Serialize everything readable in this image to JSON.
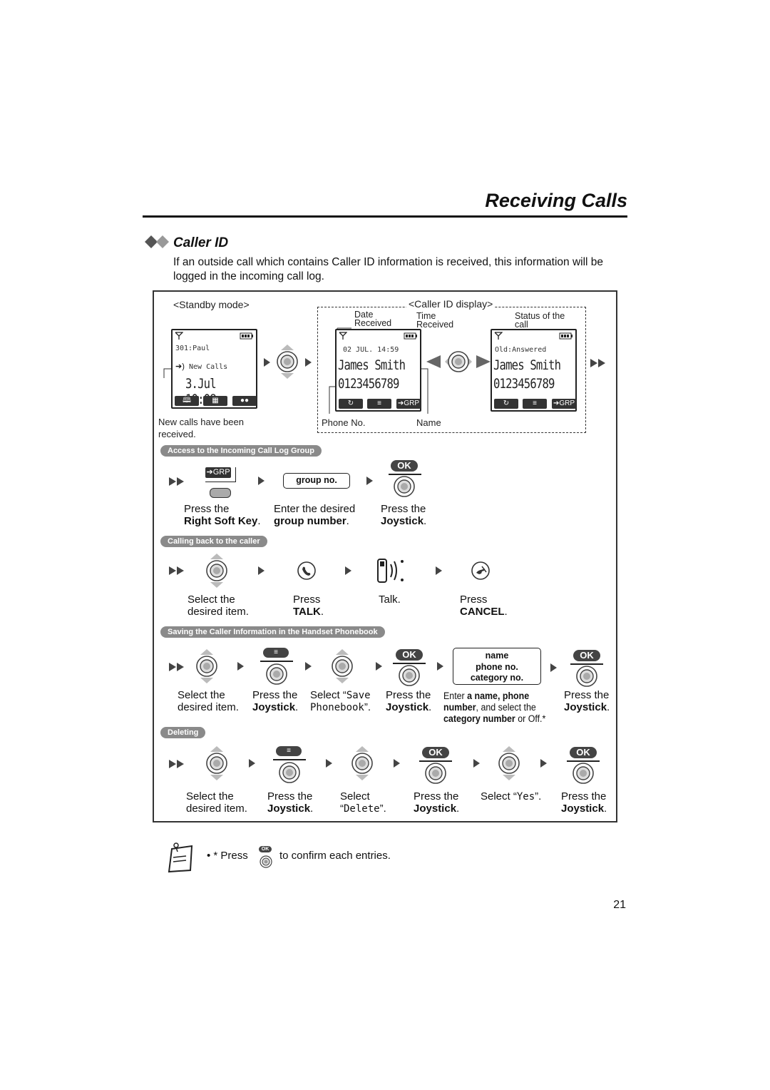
{
  "header": {
    "title": "Receiving Calls"
  },
  "section": {
    "title": "Caller ID",
    "intro": "If an outside call which contains Caller ID information is received, this information will be logged in the incoming call log."
  },
  "display": {
    "standby_label": "<Standby mode>",
    "callerid_label": "<Caller ID display>",
    "date_received": [
      "Date",
      "Received"
    ],
    "time_received": [
      "Time",
      "Received"
    ],
    "status_label": [
      "Status of the",
      "call"
    ],
    "phone_no_label": "Phone No.",
    "name_label": "Name",
    "new_calls_note": [
      "New calls have been",
      "received."
    ],
    "standby_screen": {
      "line1": "301:Paul",
      "line2": "New Calls",
      "big": "3.Jul 10:08"
    },
    "cid_screen1": {
      "line1": "02 JUL. 14:59",
      "name": "James Smith",
      "number": "0123456789"
    },
    "cid_screen2": {
      "line1": "Old:Answered",
      "name": "James Smith",
      "number": "0123456789"
    },
    "grp_key": "GRP"
  },
  "sections": {
    "access": {
      "label": "Access to the Incoming Call Log Group",
      "group_box": "group no.",
      "ok": "OK",
      "steps": [
        {
          "l1": "Press the",
          "l2": "Right Soft Key",
          "l2_tail": "."
        },
        {
          "l1": "Enter the desired",
          "l2": "group number",
          "l2_tail": "."
        },
        {
          "l1": "Press the",
          "l2": "Joystick",
          "l2_tail": "."
        }
      ]
    },
    "calling": {
      "label": "Calling back to the caller",
      "steps": [
        {
          "l1": "Select the",
          "l2": "desired item."
        },
        {
          "l1": "Press",
          "l2": "TALK",
          "l2_tail": "."
        },
        {
          "l1": "Talk.",
          "l2": ""
        },
        {
          "l1": "Press",
          "l2": "CANCEL",
          "l2_tail": "."
        }
      ]
    },
    "saving": {
      "label": "Saving the Caller Information in the Handset Phonebook",
      "ok": "OK",
      "entry_box": [
        "name",
        "phone no.",
        "category no."
      ],
      "steps": [
        {
          "l1": "Select the",
          "l2": "desired item."
        },
        {
          "l1": "Press the",
          "l2": "Joystick",
          "l2_tail": "."
        },
        {
          "l1_pre": "Select “",
          "l1_code": "Save",
          "l2_code": "Phonebook",
          "l2_tail": "”."
        },
        {
          "l1": "Press the",
          "l2": "Joystick",
          "l2_tail": "."
        },
        {
          "l1_pre": "Enter ",
          "l1_b": "a name, phone",
          "l2_b": "number",
          "l2_tail": ", and select the",
          "l3_b": "category number",
          "l3_tail": " or Off.*"
        },
        {
          "l1": "Press the",
          "l2": "Joystick",
          "l2_tail": "."
        }
      ]
    },
    "deleting": {
      "label": "Deleting",
      "ok": "OK",
      "steps": [
        {
          "l1": "Select the",
          "l2": "desired item."
        },
        {
          "l1": "Press the",
          "l2": "Joystick",
          "l2_tail": "."
        },
        {
          "l1": "Select",
          "l2_pre": "“",
          "l2_code": "Delete",
          "l2_tail": "”."
        },
        {
          "l1": "Press the",
          "l2": "Joystick",
          "l2_tail": "."
        },
        {
          "l1_pre": "Select “",
          "l1_code": "Yes",
          "l1_tail": "”."
        },
        {
          "l1": "Press the",
          "l2": "Joystick",
          "l2_tail": "."
        }
      ]
    }
  },
  "note": {
    "bullet": "• * Press",
    "ok": "OK",
    "tail": "to confirm each entries."
  },
  "page_number": "21"
}
